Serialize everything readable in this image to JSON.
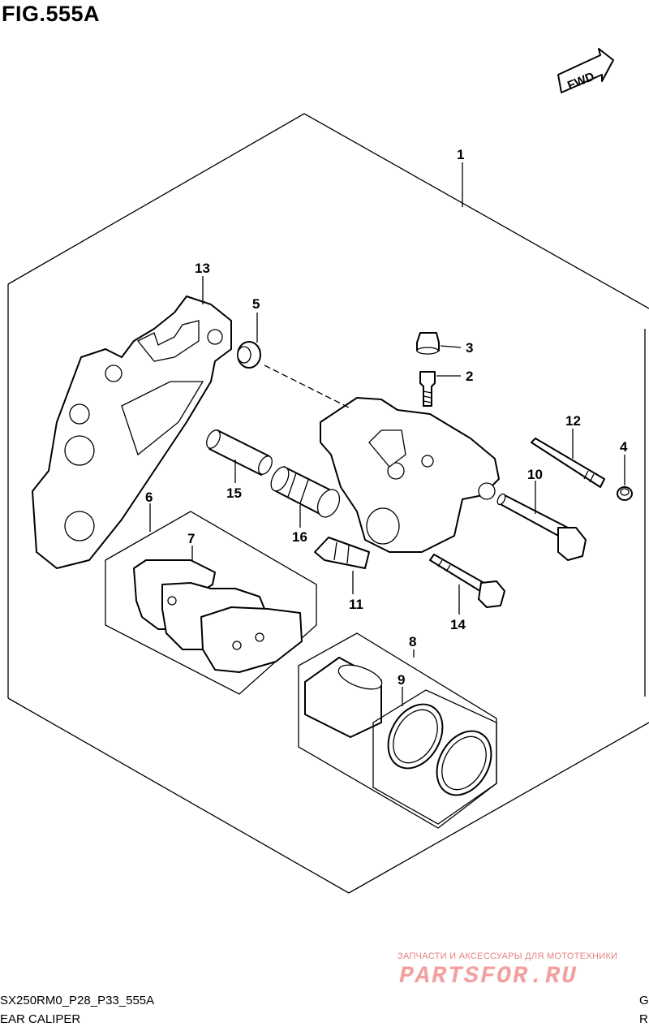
{
  "figure": {
    "title": "FIG.555A"
  },
  "fwd_label": "FWD",
  "callouts": [
    {
      "id": "1",
      "label": "1"
    },
    {
      "id": "2",
      "label": "2"
    },
    {
      "id": "3",
      "label": "3"
    },
    {
      "id": "4",
      "label": "4"
    },
    {
      "id": "5",
      "label": "5"
    },
    {
      "id": "6",
      "label": "6"
    },
    {
      "id": "7",
      "label": "7"
    },
    {
      "id": "8",
      "label": "8"
    },
    {
      "id": "9",
      "label": "9"
    },
    {
      "id": "10",
      "label": "10"
    },
    {
      "id": "11",
      "label": "11"
    },
    {
      "id": "12",
      "label": "12"
    },
    {
      "id": "13",
      "label": "13"
    },
    {
      "id": "14",
      "label": "14"
    },
    {
      "id": "15",
      "label": "15"
    },
    {
      "id": "16",
      "label": "16"
    }
  ],
  "watermark": {
    "text": "ЗАПЧАСТИ И АКСЕССУАРЫ ДЛЯ МОТОТЕХНИКИ",
    "logo": "PARTSFOR.RU"
  },
  "footer": {
    "code_left": "SX250RM0_P28_P33_555A",
    "code_right": "G",
    "name_left": "EAR CALIPER",
    "name_right": "R"
  }
}
